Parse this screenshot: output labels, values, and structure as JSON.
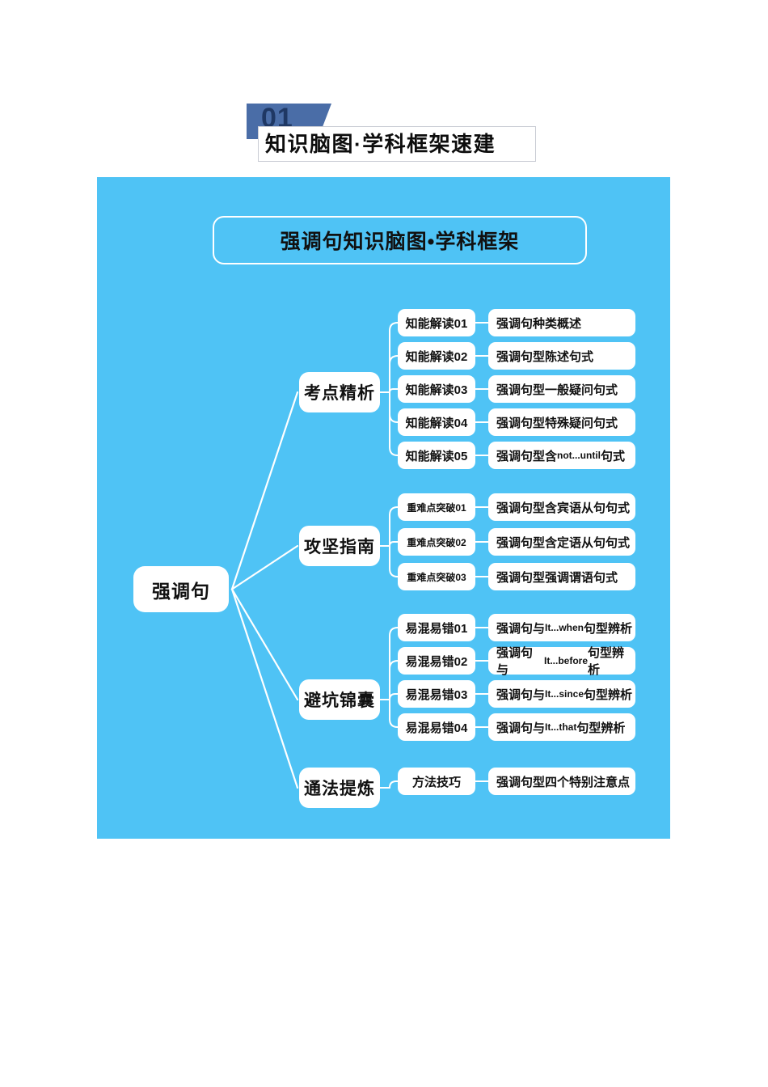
{
  "header": {
    "number": "01",
    "title": "知识脑图·学科框架速建"
  },
  "mindmap": {
    "title": "强调句知识脑图•学科框架",
    "root": "强调句",
    "accent_color": "#4FC3F5",
    "node_color": "#FFFFFF",
    "branches": [
      {
        "label": "考点精析",
        "items": [
          {
            "tag": "知能解读01",
            "text": "强调句种类概述"
          },
          {
            "tag": "知能解读02",
            "text": "强调句型陈述句式"
          },
          {
            "tag": "知能解读03",
            "text": "强调句型一般疑问句式"
          },
          {
            "tag": "知能解读04",
            "text": "强调句型特殊疑问句式"
          },
          {
            "tag": "知能解读05",
            "text_pre": "强调句型含",
            "text_en": "not...until",
            "text_post": "句式"
          }
        ]
      },
      {
        "label": "攻坚指南",
        "items": [
          {
            "tag": "重难点突破01",
            "text": "强调句型含宾语从句句式"
          },
          {
            "tag": "重难点突破02",
            "text": "强调句型含定语从句句式"
          },
          {
            "tag": "重难点突破03",
            "text": "强调句型强调谓语句式"
          }
        ]
      },
      {
        "label": "避坑锦囊",
        "items": [
          {
            "tag": "易混易错01",
            "text_pre": "强调句与",
            "text_en": "It...when",
            "text_post": "句型辨析"
          },
          {
            "tag": "易混易错02",
            "text_pre": "强调句与",
            "text_en": "It...before",
            "text_post": "句型辨析"
          },
          {
            "tag": "易混易错03",
            "text_pre": "强调句与",
            "text_en": "It...since",
            "text_post": "句型辨析"
          },
          {
            "tag": "易混易错04",
            "text_pre": "强调句与",
            "text_en": "It...that",
            "text_post": "句型辨析"
          }
        ]
      },
      {
        "label": "通法提炼",
        "items": [
          {
            "tag": "方法技巧",
            "text": "强调句型四个特别注意点"
          }
        ]
      }
    ]
  }
}
